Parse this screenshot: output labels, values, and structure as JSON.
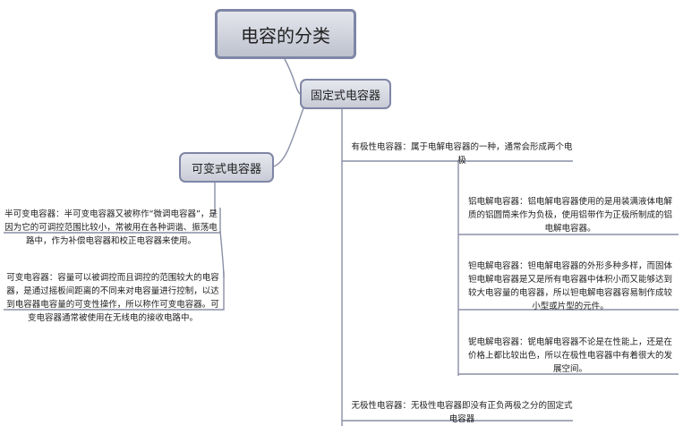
{
  "root": {
    "label": "电容的分类"
  },
  "branches": {
    "fixed": {
      "label": "固定式电容器"
    },
    "variable": {
      "label": "可变式电容器"
    }
  },
  "variable_topics": [
    {
      "text": "半可变电容器：半可变电容器又被称作“微调电容器”，是因为它的可调控范围比较小，常被用在各种调谐、振荡电路中，作为补偿电容器和校正电容器来使用。"
    },
    {
      "text": "可变电容器：容量可以被调控而且调控的范围较大的电容器，是通过摇板间距离的不同来对电容量进行控制，以达到电容器电容量的可变性操作，所以称作可变电容器。可变电容器通常被使用在无线电的接收电路中。"
    }
  ],
  "fixed_topics": {
    "polar": {
      "text": "有极性电容器：属于电解电容器的一种，通常会形成两个电极"
    },
    "polar_children": [
      {
        "text": "铝电解电容器：铝电解电容器使用的是用装满液体电解质的铝圆筒来作为负极，使用铝带作为正极所制成的铝电解电容器。"
      },
      {
        "text": "钽电解电容器：钽电解电容器的外形多种多样，而固体钽电解电容器是又是所有电容器中体积小而又能够达到较大电容量的电容器，所以钽电解电容器容易制作成较小型或片型的元件。"
      },
      {
        "text": "铌电解电容器：铌电解电容器不论是在性能上，还是在价格上都比较出色，所以在极性电容器中有着很大的发展空间。"
      }
    ],
    "nonpolar": {
      "text": "无极性电容器：无极性电容器即没有正负两极之分的固定式电容器"
    }
  },
  "colors": {
    "line": "#8a8fa6",
    "node_border": "#7f86a6"
  }
}
